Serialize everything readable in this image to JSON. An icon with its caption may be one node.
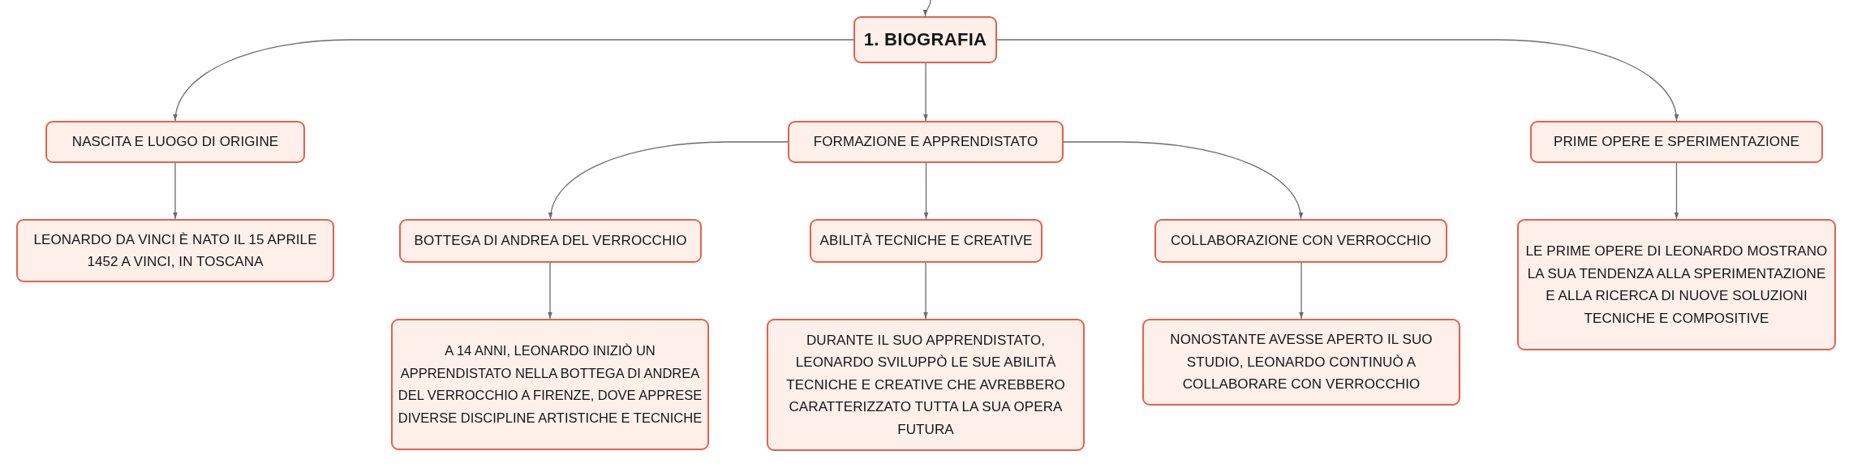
{
  "diagram": {
    "nodes": [
      {
        "text": [
          "1. BIOGRAFIA"
        ]
      },
      {
        "text": [
          "NASCITA E LUOGO DI ORIGINE"
        ]
      },
      {
        "text": [
          "FORMAZIONE E APPRENDISTATO"
        ]
      },
      {
        "text": [
          "PRIME OPERE E SPERIMENTAZIONE"
        ]
      },
      {
        "text": [
          "LEONARDO DA VINCI È NATO IL 15 APRILE 1452 A VINCI, IN TOSCANA"
        ]
      },
      {
        "text": [
          "BOTTEGA DI ANDREA DEL VERROCCHIO"
        ]
      },
      {
        "text": [
          "ABILITÀ TECNICHE E CREATIVE"
        ]
      },
      {
        "text": [
          "COLLABORAZIONE CON VERROCCHIO"
        ]
      },
      {
        "text": [
          "LE PRIME OPERE DI LEONARDO MOSTRANO LA SUA TENDENZA ALLA SPERIMENTAZIONE E ALLA RICERCA DI NUOVE SOLUZIONI TECNICHE E COMPOSITIVE"
        ]
      },
      {
        "text": [
          "A 14 ANNI, LEONARDO INIZIÒ UN APPRENDISTATO NELLA BOTTEGA DI ANDREA DEL VERROCCHIO A FIRENZE, DOVE APPRESE DIVERSE DISCIPLINE ARTISTICHE E TECNICHE"
        ]
      },
      {
        "text": [
          "DURANTE IL SUO APPRENDISTATO, LEONARDO SVILUPPÒ LE SUE ABILITÀ TECNICHE E CREATIVE CHE AVREBBERO CARATTERIZZATO TUTTA LA SUA OPERA FUTURA"
        ]
      },
      {
        "text": [
          "NONOSTANTE AVESSE APERTO IL SUO STUDIO, LEONARDO CONTINUÒ A COLLABORARE CON VERROCCHIO"
        ]
      }
    ],
    "edges": [
      {
        "from": null,
        "to": 0,
        "arrow": "to"
      },
      {
        "from": 0,
        "to": 1,
        "arrow": "to"
      },
      {
        "from": 0,
        "to": 2,
        "arrow": "to"
      },
      {
        "from": 0,
        "to": 3,
        "arrow": "to"
      },
      {
        "from": 1,
        "to": 4,
        "arrow": "to"
      },
      {
        "from": 2,
        "to": 5,
        "arrow": "to"
      },
      {
        "from": 2,
        "to": 6,
        "arrow": "to"
      },
      {
        "from": 2,
        "to": 7,
        "arrow": "to"
      },
      {
        "from": 3,
        "to": 8,
        "arrow": "to"
      },
      {
        "from": 5,
        "to": 9,
        "arrow": "to"
      },
      {
        "from": 6,
        "to": 10,
        "arrow": "to"
      },
      {
        "from": 7,
        "to": 11,
        "arrow": "to"
      }
    ]
  }
}
